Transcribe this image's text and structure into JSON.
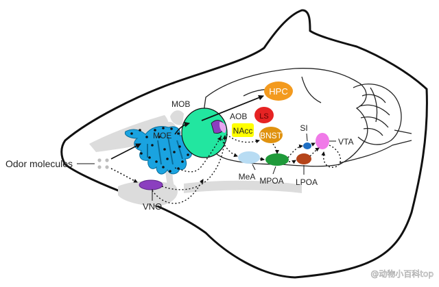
{
  "diagram": {
    "labels": {
      "odor_molecules": "Odor molecules",
      "moe": "MOE",
      "mob": "MOB",
      "aob": "AOB",
      "vno": "VNO",
      "hpc": "HPC",
      "ls": "LS",
      "nacc": "NAcc",
      "bnst": "BNST",
      "mea": "MeA",
      "mpoa": "MPOA",
      "si": "SI",
      "lpoa": "LPOA",
      "vta": "VTA"
    },
    "colors": {
      "outline": "#111111",
      "gray_fill": "#dcdcdc",
      "moe": "#1aa3e0",
      "mob": "#22e6a0",
      "aob": "#8b3fbf",
      "aob_pink": "#e6a6f0",
      "vno": "#8b3fbf",
      "hpc": "#f39a1e",
      "ls": "#e62323",
      "nacc": "#ffff00",
      "bnst": "#e0920f",
      "mea": "#b8dcf3",
      "mpoa": "#1f9a3a",
      "si": "#1f6fc4",
      "lpoa": "#b5441a",
      "vta": "#f07ae8"
    }
  },
  "watermark": "@动物小百科top"
}
